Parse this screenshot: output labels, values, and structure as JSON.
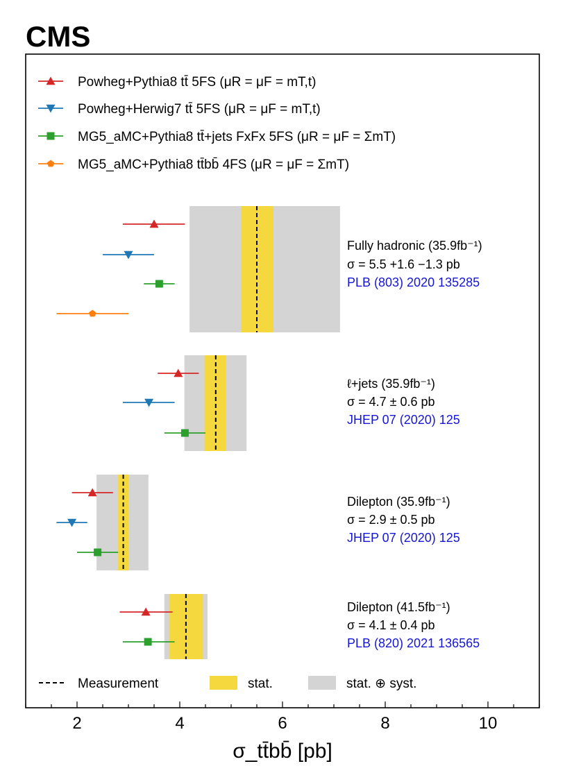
{
  "experiment_label": "CMS",
  "chart_data": {
    "type": "scatter",
    "xlabel": "σ_tt̄bb̄ [pb]",
    "xlim": [
      1.0,
      11.0
    ],
    "xticks": [
      2,
      4,
      6,
      8,
      10
    ],
    "grid": false,
    "legend_position": "top",
    "legend": [
      {
        "id": "powheg_pythia8",
        "marker": "triangle-up",
        "color": "#d62728",
        "name": "Powheg+Pythia8 tt̄ 5FS (μR = μF = mT,t)"
      },
      {
        "id": "powheg_herwig7",
        "marker": "triangle-down",
        "color": "#1f77b4",
        "name": "Powheg+Herwig7 tt̄ 5FS (μR = μF = mT,t)"
      },
      {
        "id": "mg5_fxfx",
        "marker": "square",
        "color": "#2ca02c",
        "name": "MG5_aMC+Pythia8 tt̄+jets FxFx 5FS (μR = μF = ΣmT)"
      },
      {
        "id": "mg5_ttbb",
        "marker": "pentagon",
        "color": "#ff7f0e",
        "name": "MG5_aMC+Pythia8 tt̄bb̄ 4FS (μR = μF = ΣmT)"
      }
    ],
    "bottom_legend": {
      "measurement": "Measurement",
      "stat": "stat.",
      "syst": "stat. ⊕ syst.",
      "stat_color": "#f4d83e",
      "syst_color": "#d4d4d4"
    },
    "channels": [
      {
        "label": "Fully hadronic (35.9fb⁻¹)",
        "result": "σ = 5.5 +1.6 −1.3 pb",
        "reference": "PLB (803) 2020 135285",
        "value": 5.5,
        "stat": [
          5.2,
          5.82
        ],
        "total": [
          4.19,
          7.12
        ],
        "predictions": [
          {
            "model": "powheg_pythia8",
            "value": 3.5,
            "range": [
              2.89,
              4.1
            ]
          },
          {
            "model": "powheg_herwig7",
            "value": 3.0,
            "range": [
              2.5,
              3.5
            ]
          },
          {
            "model": "mg5_fxfx",
            "value": 3.6,
            "range": [
              3.3,
              3.9
            ]
          },
          {
            "model": "mg5_ttbb",
            "value": 2.3,
            "range": [
              1.6,
              3.0
            ]
          }
        ]
      },
      {
        "label": "ℓ+jets (35.9fb⁻¹)",
        "result": "σ = 4.7 ± 0.6 pb",
        "reference": "JHEP 07 (2020) 125",
        "value": 4.7,
        "stat": [
          4.48,
          4.9
        ],
        "total": [
          4.09,
          5.3
        ],
        "predictions": [
          {
            "model": "powheg_pythia8",
            "value": 3.97,
            "range": [
              3.57,
              4.37
            ]
          },
          {
            "model": "powheg_herwig7",
            "value": 3.4,
            "range": [
              2.89,
              3.9
            ]
          },
          {
            "model": "mg5_fxfx",
            "value": 4.1,
            "range": [
              3.7,
              4.5
            ]
          }
        ]
      },
      {
        "label": "Dilepton (35.9fb⁻¹)",
        "result": "σ = 2.9 ± 0.5 pb",
        "reference": "JHEP 07 (2020) 125",
        "value": 2.9,
        "stat": [
          2.8,
          3.0
        ],
        "total": [
          2.38,
          3.39
        ],
        "predictions": [
          {
            "model": "powheg_pythia8",
            "value": 2.3,
            "range": [
              1.9,
              2.7
            ]
          },
          {
            "model": "powheg_herwig7",
            "value": 1.9,
            "range": [
              1.6,
              2.2
            ]
          },
          {
            "model": "mg5_fxfx",
            "value": 2.4,
            "range": [
              2.0,
              2.8
            ]
          }
        ]
      },
      {
        "label": "Dilepton (41.5fb⁻¹)",
        "result": "σ = 4.1 ± 0.4 pb",
        "reference": "PLB (820) 2021 136565",
        "value": 4.12,
        "stat": [
          3.8,
          4.45
        ],
        "total": [
          3.7,
          4.54
        ],
        "predictions": [
          {
            "model": "powheg_pythia8",
            "value": 3.34,
            "range": [
              2.83,
              3.86
            ]
          },
          {
            "model": "mg5_fxfx",
            "value": 3.38,
            "range": [
              2.89,
              3.9
            ]
          }
        ]
      }
    ]
  }
}
